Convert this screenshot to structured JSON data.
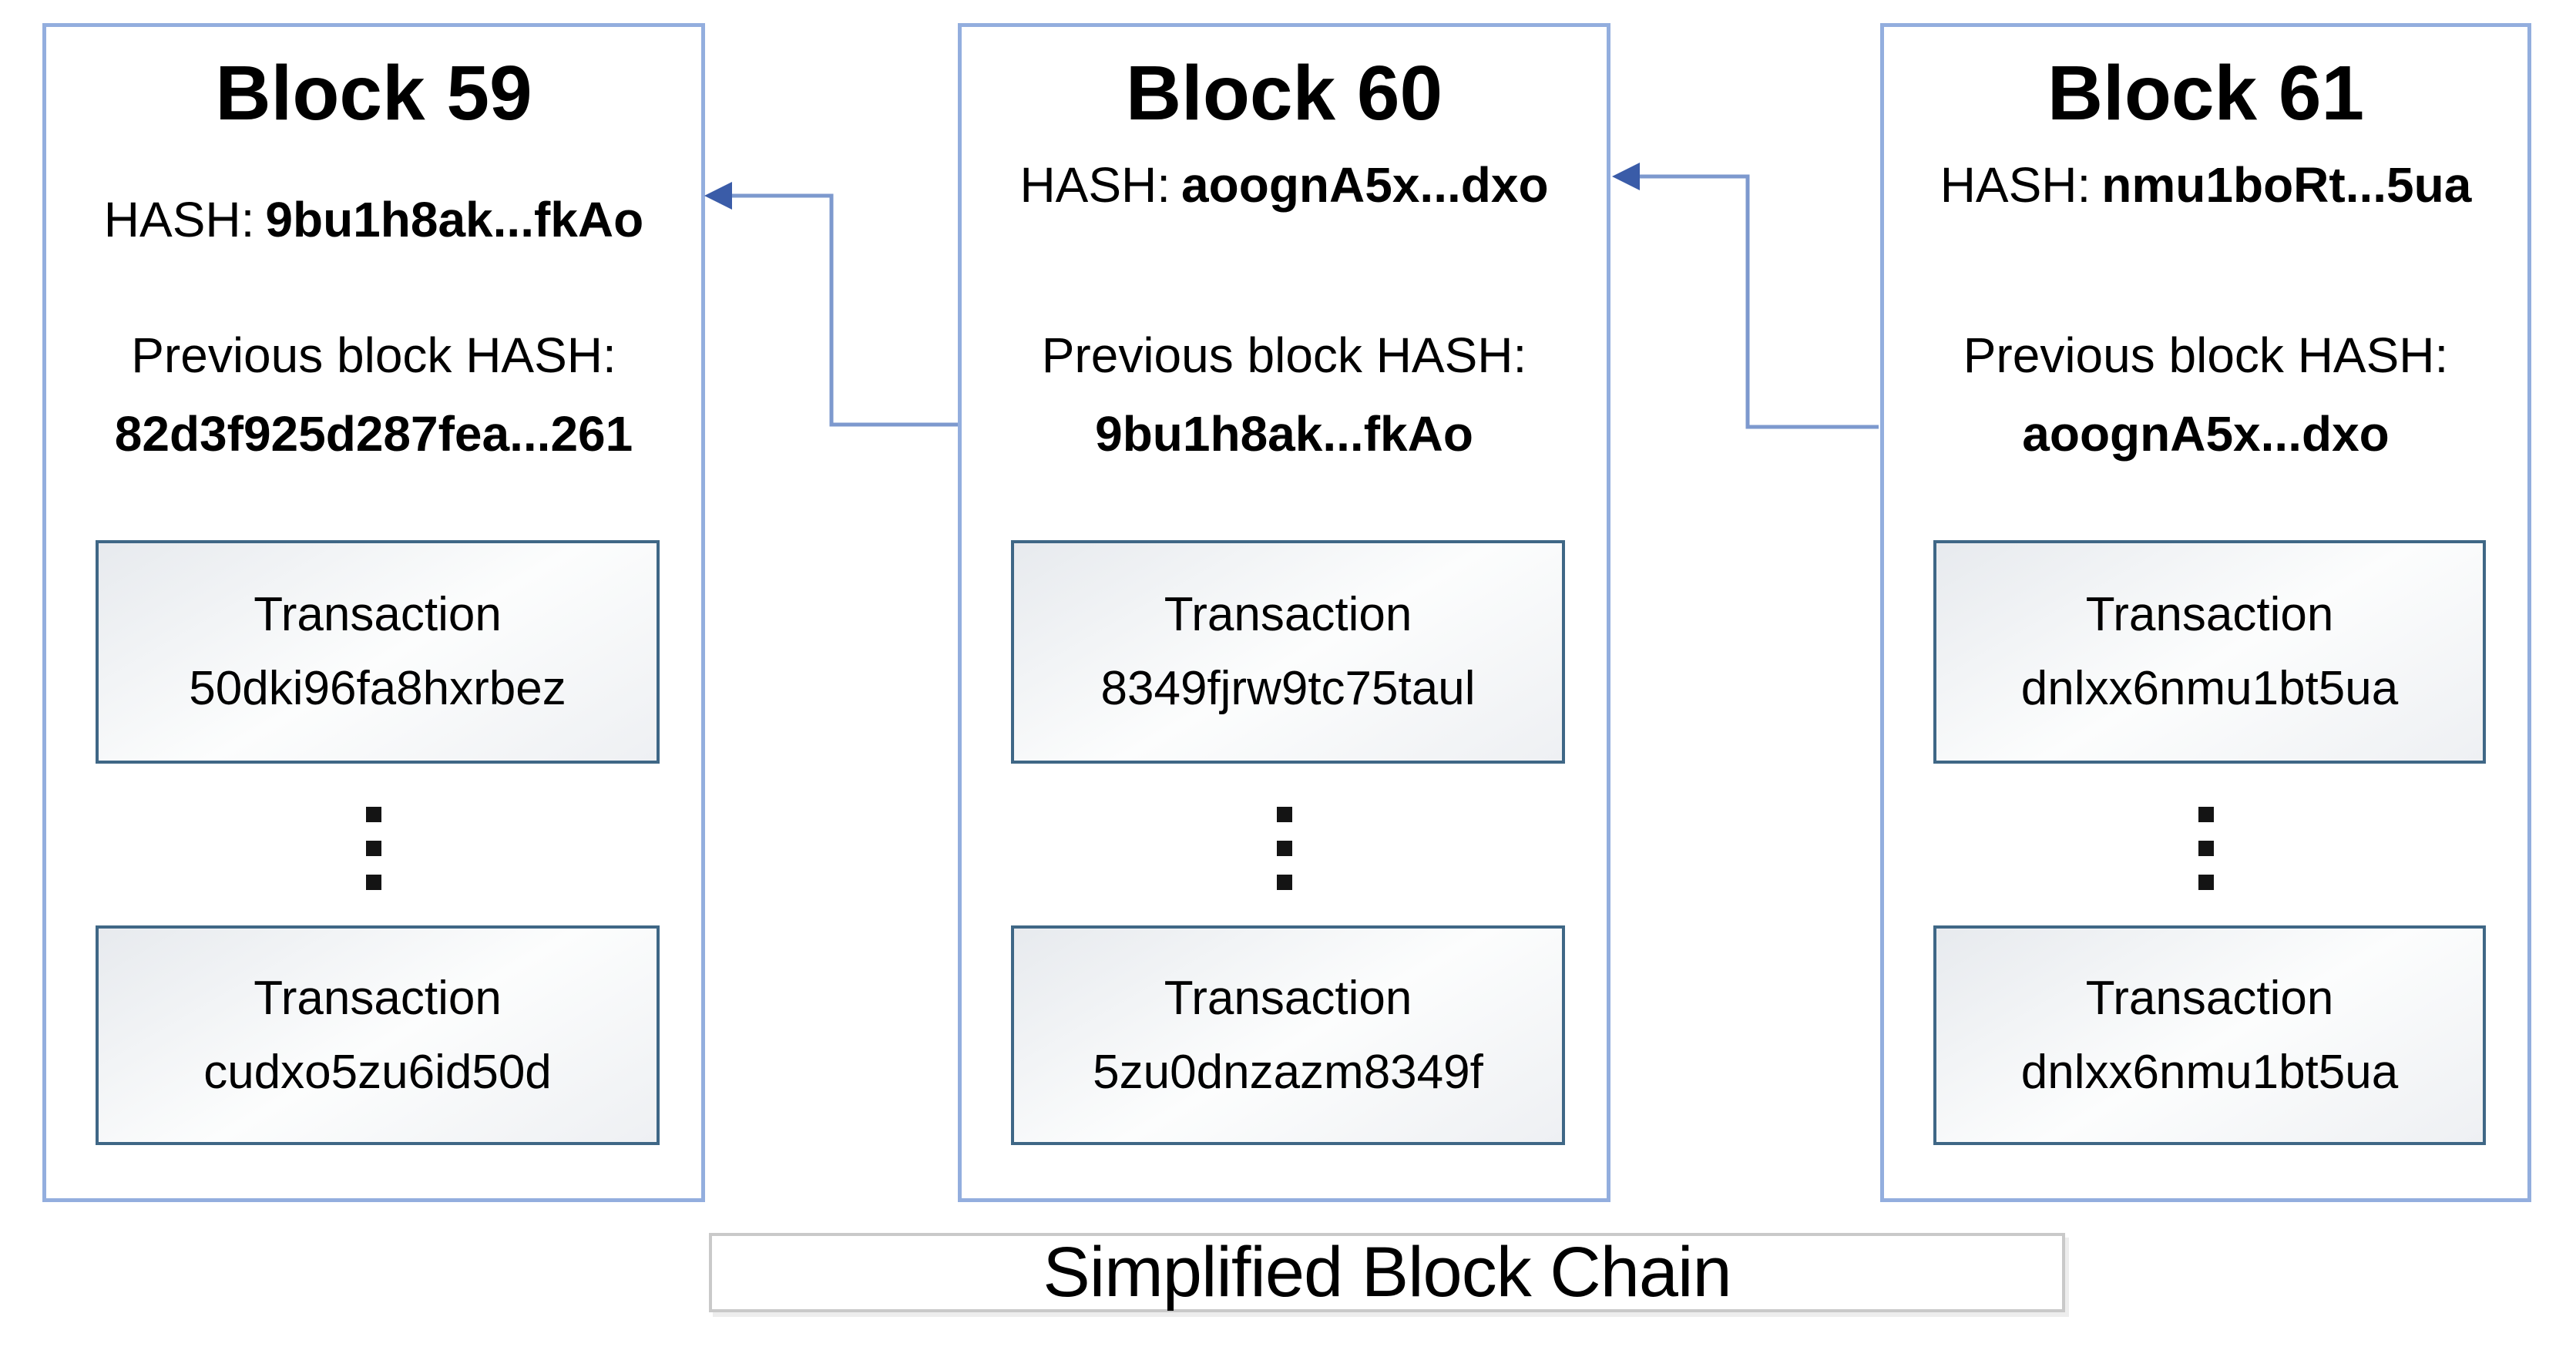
{
  "caption": {
    "text": "Simplified Block Chain"
  },
  "blocks": [
    {
      "title": "Block 59",
      "hash_label": "HASH:",
      "hash_value": "9bu1h8ak...fkAo",
      "prev_hash_label": "Previous block HASH:",
      "prev_hash_value": "82d3f925d287fea...261",
      "transactions": [
        {
          "type": "Transaction",
          "id": "50dki96fa8hxrbez"
        },
        {
          "type": "Transaction",
          "id": "cudxo5zu6id50d"
        }
      ]
    },
    {
      "title": "Block 60",
      "hash_label": "HASH:",
      "hash_value": "aoognA5x...dxo",
      "prev_hash_label": "Previous block HASH:",
      "prev_hash_value": "9bu1h8ak...fkAo",
      "transactions": [
        {
          "type": "Transaction",
          "id": "8349fjrw9tc75taul"
        },
        {
          "type": "Transaction",
          "id": "5zu0dnzazm8349f"
        }
      ]
    },
    {
      "title": "Block 61",
      "hash_label": "HASH:",
      "hash_value": "nmu1boRt...5ua",
      "prev_hash_label": "Previous block HASH:",
      "prev_hash_value": "aoognA5x...dxo",
      "transactions": [
        {
          "type": "Transaction",
          "id": "dnlxx6nmu1bt5ua"
        },
        {
          "type": "Transaction",
          "id": "dnlxx6nmu1bt5ua"
        }
      ]
    }
  ],
  "icons": {
    "arrowhead": "left-pointing solid triangle",
    "vertical_ellipsis": "⋮"
  },
  "connectors": [
    "Block 60 previous-hash to Block 59 HASH elbow arrow",
    "Block 61 previous-hash to Block 60 HASH elbow arrow"
  ],
  "colors": {
    "block_border": "#93aede",
    "connector_line": "#7d99ce",
    "connector_arrowhead": "#3a5ca8",
    "transaction_border": "#3f6786",
    "transaction_fill": "#e7eaee",
    "caption_border": "#c9c9c9",
    "text": "#000000",
    "background": "#ffffff"
  }
}
